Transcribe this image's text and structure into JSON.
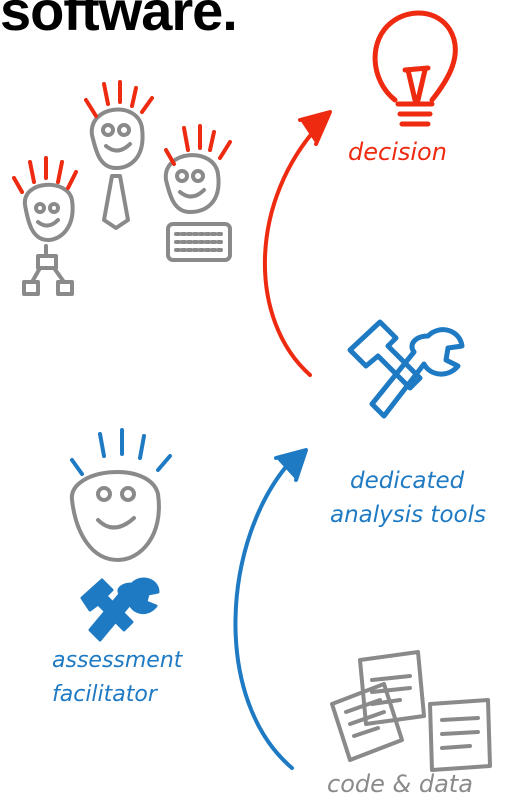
{
  "title": "software.",
  "labels": {
    "decision": "decision",
    "tools_line1": "dedicated",
    "tools_line2": "analysis tools",
    "facilitator_line1": "assessment",
    "facilitator_line2": "facilitator",
    "code_data": "code & data"
  },
  "icons": [
    "lightbulb-icon",
    "stakeholder-faces-icon",
    "tools-icon",
    "facilitator-face-icon",
    "documents-icon"
  ],
  "colors": {
    "decision": "#ee2a10",
    "analysis": "#1f7ac4",
    "neutral": "#8a8a8a"
  }
}
